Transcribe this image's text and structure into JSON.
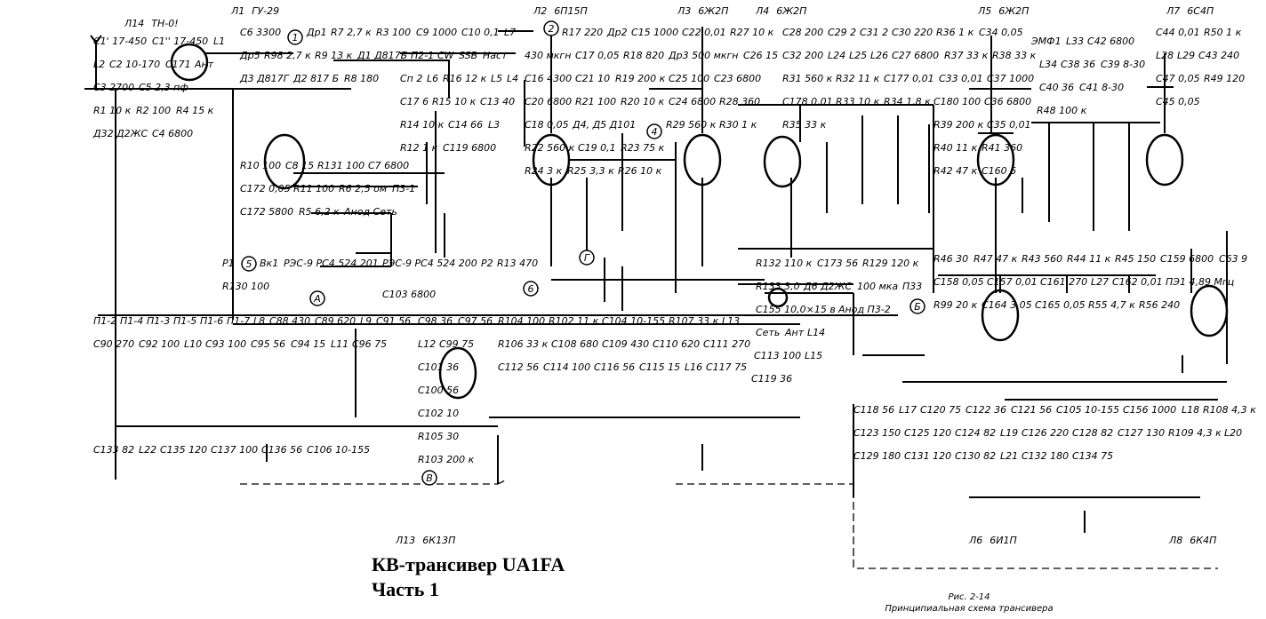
{
  "title": {
    "line1": "КВ-трансивер UA1FA",
    "line2": "Часть 1"
  },
  "caption": {
    "figure": "Рис. 2-14",
    "text": "Принципиальная схема трансивера"
  },
  "tubes": [
    {
      "ref": "Л14",
      "type": "ТН-0!"
    },
    {
      "ref": "Л1",
      "type": "ГУ-29"
    },
    {
      "ref": "Л2",
      "type": "6П15П"
    },
    {
      "ref": "Л3",
      "type": "6Ж2П"
    },
    {
      "ref": "Л4",
      "type": "6Ж2П"
    },
    {
      "ref": "Л5",
      "type": "6Ж2П"
    },
    {
      "ref": "Л7",
      "type": "6С4П"
    },
    {
      "ref": "Л13",
      "type": "6К13П"
    },
    {
      "ref": "Л6",
      "type": "6И1П"
    },
    {
      "ref": "Л8",
      "type": "6К4П"
    }
  ],
  "components": [
    "C1' 17-450",
    "C1'' 17-450",
    "L1",
    "L2",
    "C2 10-170",
    "C171",
    "C3 2700",
    "C5 2,3 пф",
    "R1 10 к",
    "R2 100",
    "Д32 Д2ЖС",
    "R4 15 к",
    "C4 6800",
    "Ант",
    "C6 3300",
    "Др1",
    "R7 2,7 к",
    "R3 100",
    "Др5",
    "R98 2,7 к",
    "R9 13 к",
    "Д1 Д817Б",
    "Д3 Д817Г",
    "Д2 817 Б",
    "R8 180",
    "R10 100",
    "C8 15",
    "R131 100",
    "C172 0,05",
    "C7 6800",
    "R11 100",
    "R6 2,5 ом",
    "C172 5800",
    "R5 6,2 к",
    "Анод Сеть",
    "П3-1",
    "C9 1000",
    "C10 0,1",
    "L7",
    "П2-1",
    "CW",
    "SSB",
    "Наст",
    "Cп 2",
    "L6",
    "R16 12 к",
    "C17 6",
    "L5",
    "R15 10 к",
    "C13 40",
    "L4",
    "R14 10 к",
    "C14 66",
    "L3",
    "R12 1 к",
    "C119 6800",
    "R17 220",
    "Др2",
    "C15 1000",
    "430 мкгн",
    "C17 0,05",
    "R18 820",
    "C16 4300",
    "C21 10",
    "R19 200 к",
    "C20 6800",
    "R21 100",
    "R20 10 к",
    "C18 0,05",
    "Д4, Д5 Д101",
    "R22 560 к",
    "C19 0,1",
    "R23 75 к",
    "R24 3 к",
    "R25 3,3 к",
    "R26 10 к",
    "C22 0,01",
    "R27 10 к",
    "Др3 500 мкгн",
    "C26 15",
    "C25 100",
    "C23 6800",
    "C24 6800",
    "R28 360",
    "R29 560 к",
    "R30 1 к",
    "C28 200",
    "C29 2",
    "C31 2",
    "C30 220",
    "C32 200",
    "L24",
    "L25",
    "L26",
    "R31 560 к",
    "C27 6800",
    "R32 11 к",
    "C177 0,01",
    "C178 0,01",
    "R33 10 к",
    "R34 1,8 к",
    "R35 33 к",
    "R36 1 к",
    "C34 0,05",
    "R37 33 к",
    "R38 33 к",
    "C33 0,01",
    "C37 1000",
    "C180 100",
    "C36 6800",
    "R39 200 к",
    "C35 0,01",
    "R40 11 к",
    "R41 360",
    "R42 47 к",
    "C160 6",
    "ЭМФ1",
    "L33",
    "C42 6800",
    "L34",
    "C38 36",
    "C39 8-30",
    "C40 36",
    "C41 8-30",
    "R48 100 к",
    "C44 0,01",
    "R50 1 к",
    "L28",
    "L29",
    "C43 240",
    "C47 0,05",
    "R49 120",
    "C45 0,05",
    "R132 110 к",
    "C173 56",
    "R129 120 к",
    "R133 3,0",
    "Д6 Д2ЖС",
    "100 мка",
    "П33",
    "C155 10,0×15 в",
    "Анод П3-2",
    "Сеть",
    "Ант",
    "R46 30",
    "R47 47 к",
    "R43 560",
    "R44 11 к",
    "R45 150",
    "C159 6800",
    "C158 0,05",
    "C157 0,01",
    "C63 9",
    "C161 270",
    "L27",
    "C162 0,01",
    "ПЭ1 4,89 Мгц",
    "R99 20 к",
    "C164 3,05",
    "C165 0,05",
    "R55 4,7 к",
    "R56 240",
    "Р1",
    "Вк1",
    "РЭС-9 РС4 524 201",
    "РЭС-9 РС4 524 200",
    "Р2",
    "R13 470",
    "R130 100",
    "П1-2",
    "П1-4",
    "П1-3",
    "П1-5",
    "П1-6",
    "П1-7",
    "L8",
    "C88 430",
    "C89 620",
    "L9",
    "C90 270",
    "C92 100",
    "C91 56",
    "L10",
    "C93 100",
    "C95 56",
    "C94 15",
    "L11",
    "C96 75",
    "C98 36",
    "C97 56",
    "L12",
    "C99 75",
    "C101 36",
    "C100 56",
    "C102 10",
    "R105 30",
    "R103 200 к",
    "C103 6800",
    "R104 100",
    "R102 11 к",
    "C104 10-155",
    "R107 33 к",
    "R106 33 к",
    "C108 680",
    "L13",
    "C109 430",
    "C110 620",
    "L14",
    "C111 270",
    "C113 100",
    "C112 56",
    "L15",
    "C114 100",
    "C116 56",
    "C115 15",
    "L16",
    "C117 75",
    "C119 36",
    "C118 56",
    "L17",
    "C120 75",
    "C122 36",
    "C121 56",
    "C105 10-155",
    "C156 1000",
    "L18",
    "R108 4,3 к",
    "C123 150",
    "C125 120",
    "C124 82",
    "L19",
    "C126 220",
    "C128 82",
    "C127 130",
    "R109 4,3 к",
    "L20",
    "C129 180",
    "C131 120",
    "C130 82",
    "L21",
    "C132 180",
    "C134 75",
    "C133 82",
    "L22",
    "C135 120",
    "C137 100",
    "C136 56",
    "C106 10-155"
  ],
  "nodes": [
    "1",
    "2",
    "4",
    "5",
    "6",
    "A",
    "Б",
    "В",
    "Г"
  ],
  "colors": {
    "ink": "#000000",
    "paper": "#ffffff"
  }
}
